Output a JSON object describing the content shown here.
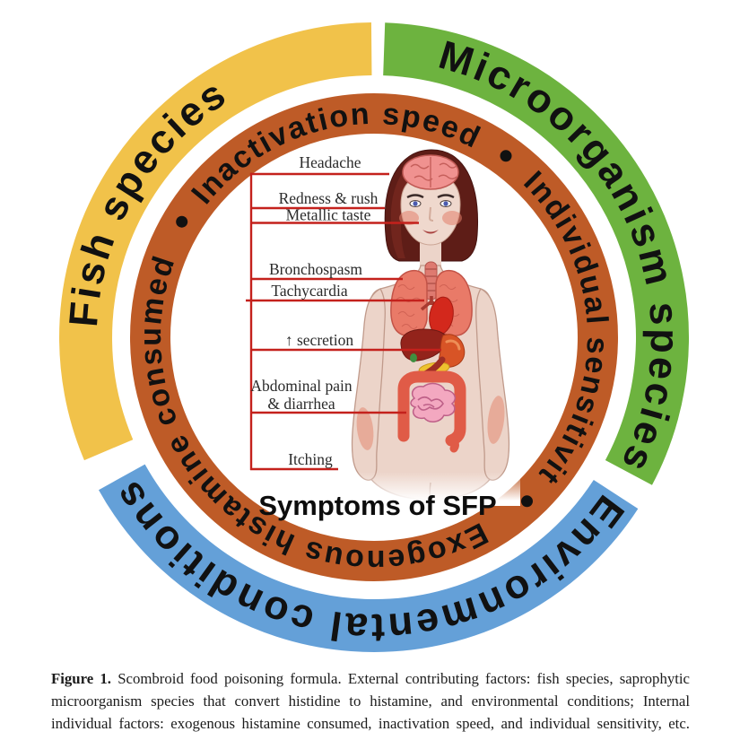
{
  "figure_diagram": {
    "outer_ring": {
      "segments": [
        {
          "label": "Fish species",
          "color": "#F1C24A"
        },
        {
          "label": "Microorganism species",
          "color": "#6DB33F"
        },
        {
          "label": "Environmental conditions",
          "color": "#64A0D8"
        }
      ]
    },
    "inner_ring": {
      "color": "#BE5B27",
      "separator": "•",
      "segments": [
        {
          "label": "Inactivation speed"
        },
        {
          "label": "Individual sensitivit"
        },
        {
          "label": "Exogenous histamine consumed"
        }
      ]
    },
    "center_panel": {
      "title": "Symptoms of SFP",
      "line_color": "#C4211C",
      "symptoms": [
        {
          "label": "Headache"
        },
        {
          "label": "Redness & rush"
        },
        {
          "label": "Metallic taste"
        },
        {
          "label": "Bronchospasm"
        },
        {
          "label": "Tachycardia"
        },
        {
          "label": "↑ secretion"
        },
        {
          "label": "Abdominal pain",
          "label2": "& diarrhea"
        },
        {
          "label": "Itching"
        }
      ]
    }
  },
  "caption": {
    "figure_label": "Figure 1.",
    "text": "Scombroid food poisoning formula. External contributing factors: fish species, saprophytic microorganism species that convert histidine to histamine, and environmental conditions; Internal individual factors: exogenous histamine consumed, inactivation speed, and individual sensitivity, etc."
  }
}
